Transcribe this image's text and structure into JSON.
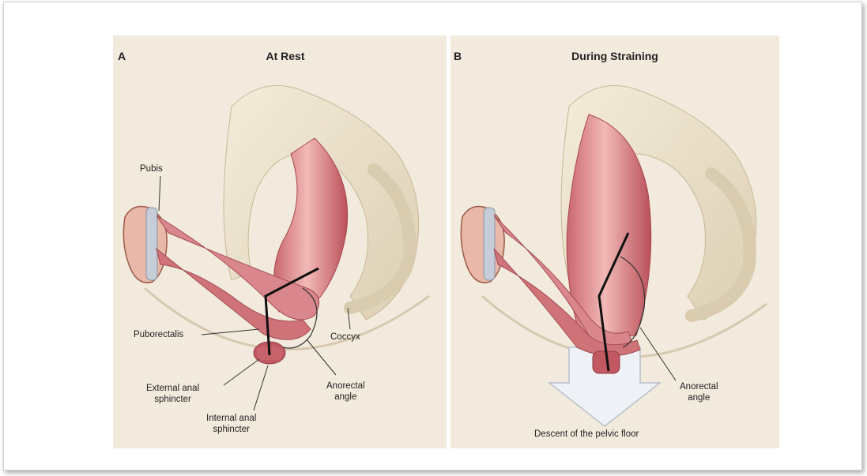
{
  "panel_a": {
    "letter": "A",
    "title": "At Rest",
    "labels": {
      "pubis": "Pubis",
      "puborectalis": "Puborectalis",
      "coccyx": "Coccyx",
      "external_sphincter_1": "External anal",
      "external_sphincter_2": "sphincter",
      "internal_sphincter_1": "Internal anal",
      "internal_sphincter_2": "sphincter",
      "anorectal_1": "Anorectal",
      "anorectal_2": "angle"
    }
  },
  "panel_b": {
    "letter": "B",
    "title": "During Straining",
    "labels": {
      "anorectal_1": "Anorectal",
      "anorectal_2": "angle",
      "descent": "Descent of the pelvic floor"
    }
  },
  "colors": {
    "background": "#f2eadc",
    "bone": "#ece3cf",
    "muscle": "#d98a8e",
    "muscle_dark": "#b9585f"
  }
}
